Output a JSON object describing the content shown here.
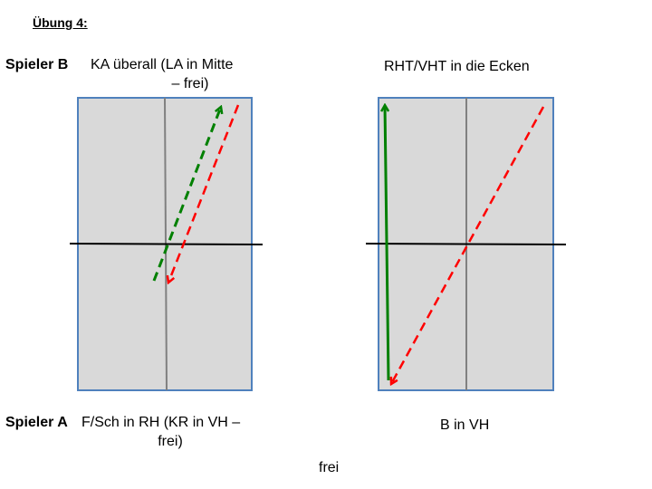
{
  "title": "Übung 4:",
  "top_left": {
    "player": "Spieler B",
    "line1": "KA überall (LA in Mitte",
    "line2": "– frei)"
  },
  "top_right": {
    "text": "RHT/VHT in die Ecken"
  },
  "bottom_left": {
    "player": "Spieler A",
    "line1": "F/Sch in RH (KR in VH –",
    "line2": "frei)"
  },
  "bottom_right": {
    "text": "B in VH"
  },
  "footer": "frei",
  "colors": {
    "table_fill": "#d9d9d9",
    "table_border": "#4f81bd",
    "center_line": "#808080",
    "net": "#000000",
    "arrow_green": "#008000",
    "arrow_red": "#ff0000"
  }
}
